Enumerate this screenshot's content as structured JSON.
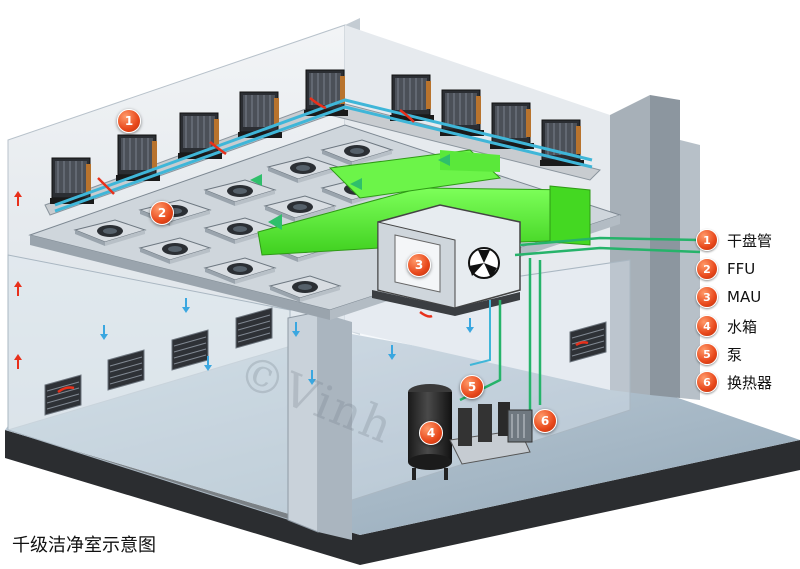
{
  "caption": "千级洁净室示意图",
  "watermark": "©Vinh",
  "legend": [
    {
      "number": "1",
      "label": "干盘管"
    },
    {
      "number": "2",
      "label": "FFU"
    },
    {
      "number": "3",
      "label": "MAU"
    },
    {
      "number": "4",
      "label": "水箱"
    },
    {
      "number": "5",
      "label": "泵"
    },
    {
      "number": "6",
      "label": "换热器"
    }
  ],
  "markers": {
    "m1": "1",
    "m2": "2",
    "m3": "3",
    "m4": "4",
    "m5": "5",
    "m6": "6"
  },
  "colors": {
    "duct": "#5cf03a",
    "pipe": "#3fb6d8",
    "water_pipe": "#26b36a",
    "airflow_arrow": "#3aa7e0",
    "return_arrow": "#e8301b",
    "marker": "#e8481b"
  }
}
